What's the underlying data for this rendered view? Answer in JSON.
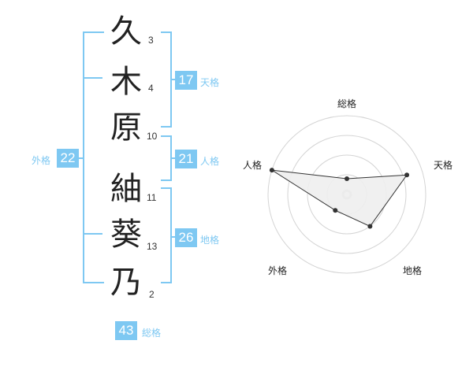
{
  "name": {
    "chars": [
      {
        "char": "久",
        "strokes": "3"
      },
      {
        "char": "木",
        "strokes": "4"
      },
      {
        "char": "原",
        "strokes": "10"
      },
      {
        "char": "紬",
        "strokes": "11"
      },
      {
        "char": "葵",
        "strokes": "13"
      },
      {
        "char": "乃",
        "strokes": "2"
      }
    ]
  },
  "kakusu": {
    "tenkaku": {
      "value": "17",
      "label": "天格"
    },
    "jinkaku": {
      "value": "21",
      "label": "人格"
    },
    "chikaku": {
      "value": "26",
      "label": "地格"
    },
    "gaikaku": {
      "value": "22",
      "label": "外格"
    },
    "soukaku": {
      "value": "43",
      "label": "総格"
    }
  },
  "colors": {
    "accent": "#7ec8f2"
  },
  "chart_data": {
    "type": "radar",
    "axes": [
      "総格",
      "天格",
      "地格",
      "外格",
      "人格"
    ],
    "values": [
      0.2,
      0.8,
      0.5,
      0.25,
      1.0
    ]
  }
}
